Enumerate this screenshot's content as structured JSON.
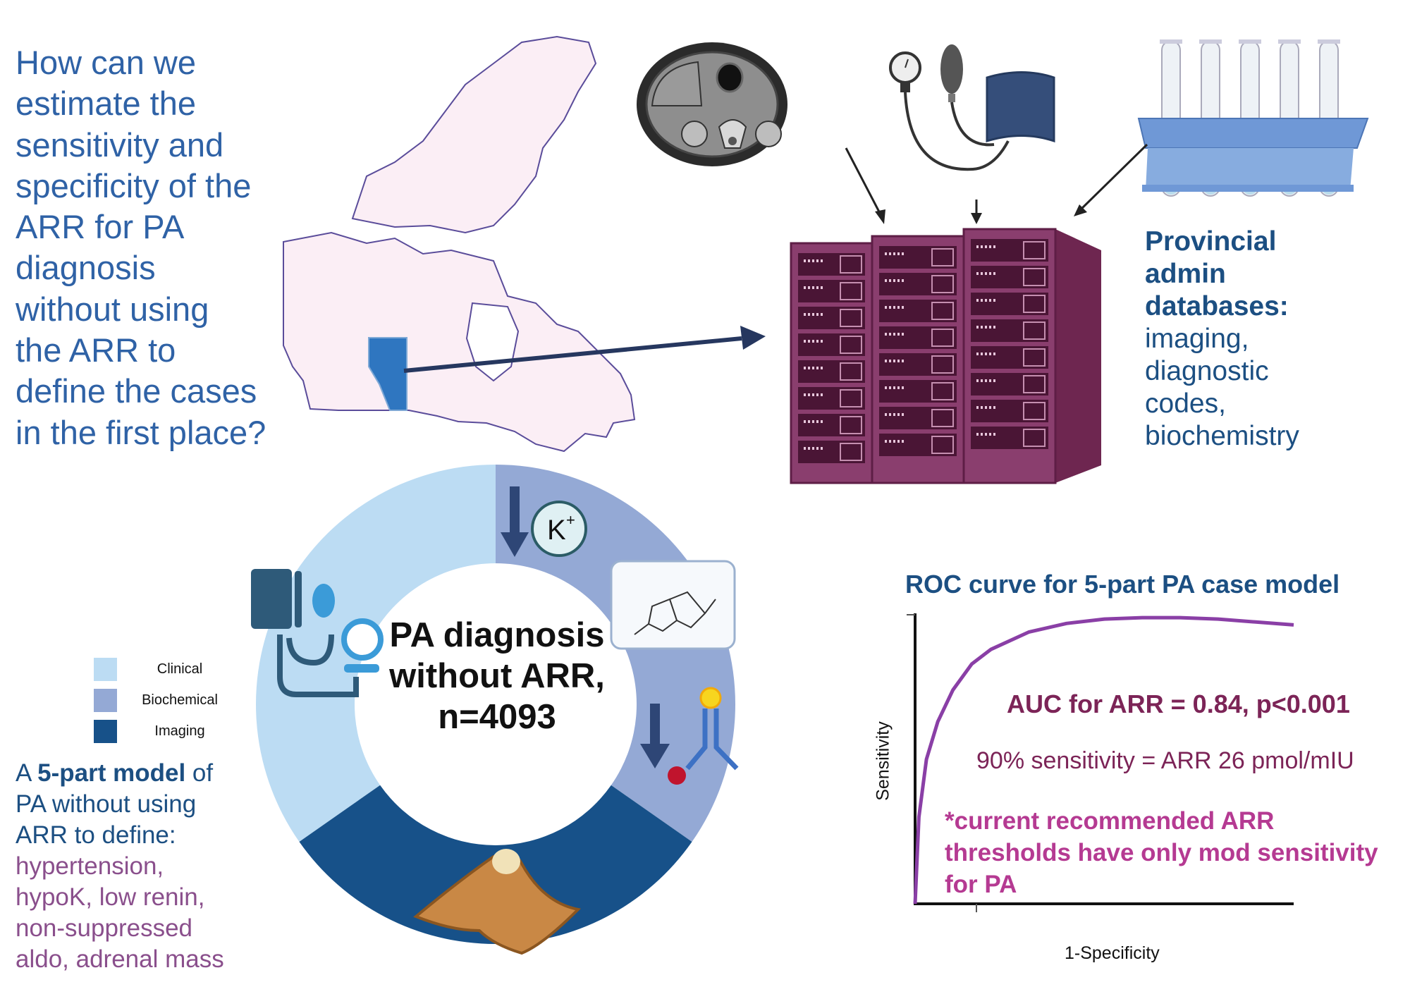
{
  "question": {
    "lines": [
      "How can we",
      "estimate the",
      "sensitivity and",
      "specificity of the",
      "ARR for PA",
      "diagnosis",
      "without using",
      "the ARR to",
      "define the cases",
      "in the first place?"
    ]
  },
  "databases": {
    "title_lines": [
      "Provincial",
      "admin",
      "databases:"
    ],
    "item_lines": [
      "imaging,",
      "diagnostic",
      "codes,",
      "biochemistry"
    ]
  },
  "sources": {
    "icons": [
      "ct-scan-icon",
      "blood-pressure-cuff-icon",
      "test-tube-rack-icon"
    ],
    "highlighted_province": "Alberta"
  },
  "colors": {
    "clinical": "#bcdcf3",
    "biochemical": "#94a9d5",
    "imaging": "#175189",
    "question_blue": "#2f62a6",
    "dark_blue": "#1c4f82",
    "server_purple": "#7a2e5e",
    "roc_curve": "#8a3fa6",
    "auc_text": "#7c2457",
    "note_pink": "#b53a92"
  },
  "legend": {
    "items": [
      {
        "label": "Clinical"
      },
      {
        "label": "Biochemical"
      },
      {
        "label": "Imaging"
      }
    ]
  },
  "donut": {
    "center_lines": [
      "PA diagnosis",
      "without ARR,",
      "n=4093"
    ],
    "potassium_label": "K",
    "potassium_sup": "+",
    "segments": [
      {
        "name": "Clinical",
        "start_deg": 235,
        "end_deg": 360
      },
      {
        "name": "Biochemical",
        "start_deg": 0,
        "end_deg": 125
      },
      {
        "name": "Imaging",
        "start_deg": 125,
        "end_deg": 235
      }
    ]
  },
  "model": {
    "prefix": "A ",
    "bold": "5-part model",
    "suffix": " of",
    "lines": [
      "PA without using",
      "ARR to define:"
    ],
    "criteria_lines": [
      "hypertension,",
      "hypoK, low renin,",
      "non-suppressed",
      "aldo, adrenal mass"
    ]
  },
  "chart_data": {
    "type": "line",
    "title": "ROC curve for 5-part PA case model",
    "xlabel": "1-Specificity",
    "ylabel": "Sensitivity",
    "xlim": [
      0,
      1
    ],
    "ylim": [
      0,
      1
    ],
    "grid": false,
    "series": [
      {
        "name": "ARR",
        "x": [
          0,
          0.01,
          0.03,
          0.06,
          0.1,
          0.15,
          0.2,
          0.3,
          0.4,
          0.5,
          0.6,
          0.7,
          0.8,
          0.9,
          1.0
        ],
        "y": [
          0,
          0.3,
          0.5,
          0.63,
          0.74,
          0.83,
          0.88,
          0.94,
          0.97,
          0.985,
          0.99,
          0.99,
          0.985,
          0.975,
          0.965
        ]
      }
    ],
    "annotations": [
      "AUC for ARR = 0.84, p<0.001",
      "90% sensitivity = ARR 26 pmol/mIU",
      "*current recommended ARR thresholds have only mod sensitivity for PA"
    ],
    "note_lines": [
      "*current recommended ARR",
      "thresholds have only mod sensitivity",
      "for PA"
    ]
  }
}
